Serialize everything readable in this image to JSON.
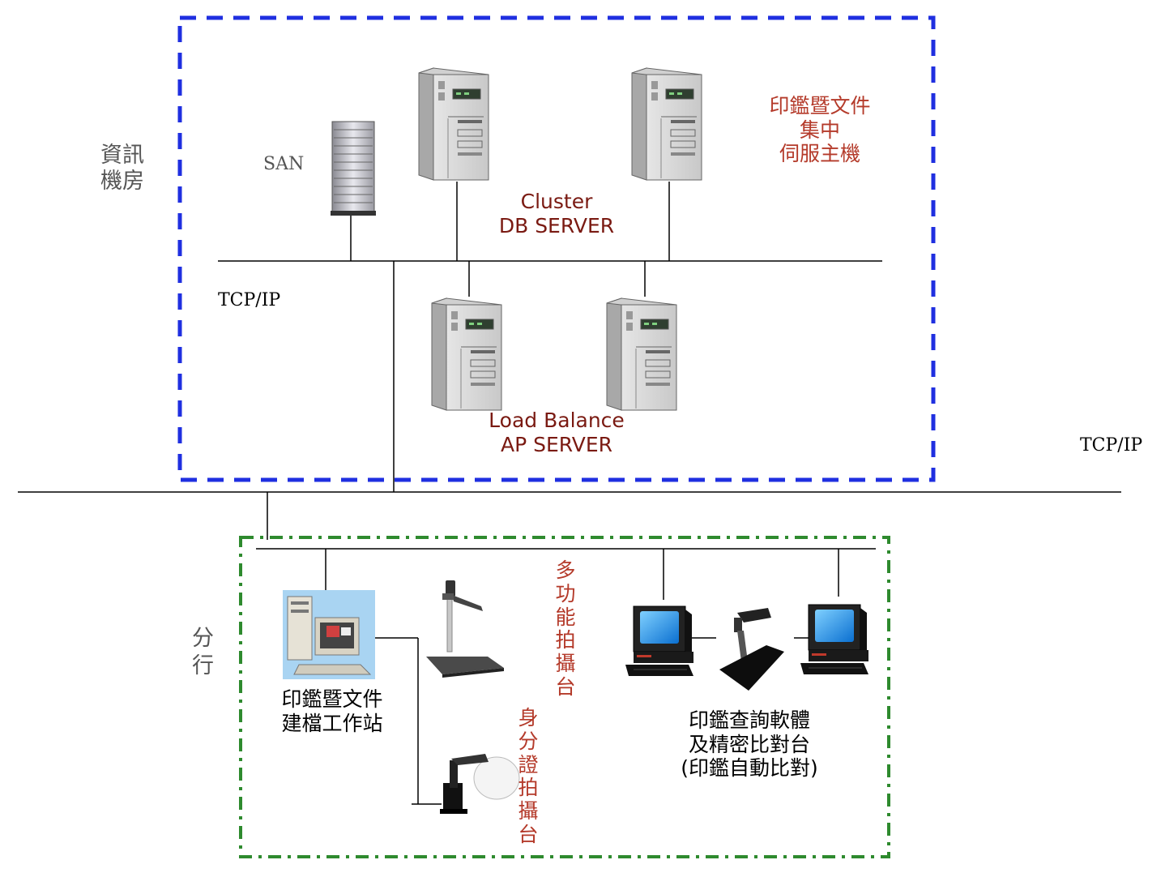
{
  "zones": {
    "datacenter": "資訊\n機房",
    "branch": "分行"
  },
  "labels": {
    "san": "SAN",
    "tcpip_inner": "TCP/IP",
    "tcpip_outer": "TCP/IP",
    "cluster_db": "Cluster\nDB SERVER",
    "central_host": "印鑑暨文件\n集中\n伺服主機",
    "load_balance": "Load Balance\nAP SERVER",
    "workstation": "印鑑暨文件\n建檔工作站",
    "multi_camera": "多功能拍攝台",
    "id_camera": "身分證拍攝台",
    "query_station": "印鑑查詢軟體\n及精密比對台\n(印鑑自動比對)"
  },
  "colors": {
    "datacenter_border": "#1f2fe0",
    "branch_border": "#2e8a2e",
    "label_red": "#b43a2a",
    "label_dark_red": "#7a1a12",
    "line": "#000000"
  },
  "icons": {
    "san": "storage-rack-icon",
    "server": "tower-server-icon",
    "workstation": "desktop-workstation-icon",
    "pc": "desktop-pc-icon",
    "camera_stand": "document-camera-icon",
    "id_scanner": "id-card-scanner-icon"
  }
}
